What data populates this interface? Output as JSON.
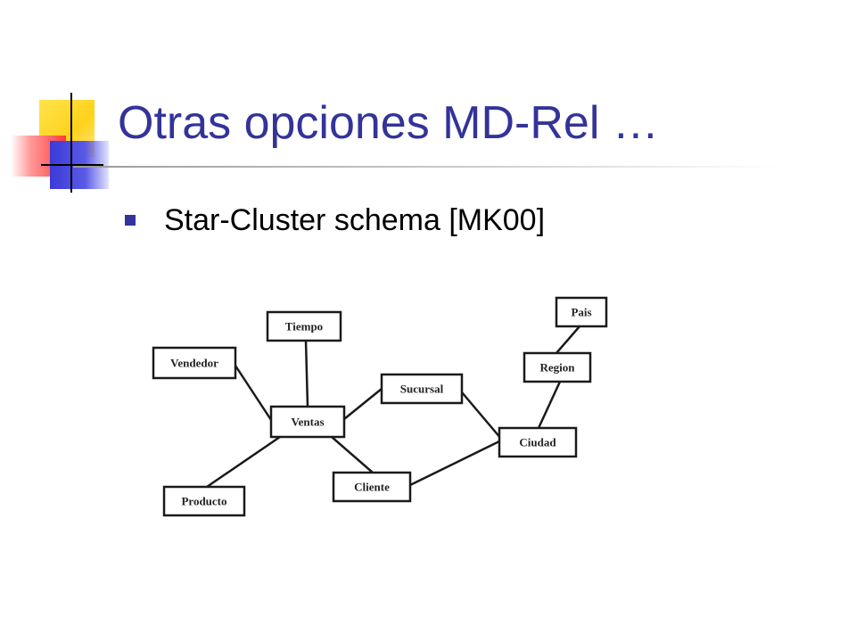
{
  "slide": {
    "title": "Otras opciones MD-Rel …",
    "bullet": "Star-Cluster schema [MK00]"
  },
  "colors": {
    "title": "#333399",
    "bullet": "#333399"
  },
  "diagram": {
    "nodes": [
      {
        "id": "tiempo",
        "label": "Tiempo"
      },
      {
        "id": "vendedor",
        "label": "Vendedor"
      },
      {
        "id": "ventas",
        "label": "Ventas"
      },
      {
        "id": "sucursal",
        "label": "Sucursal"
      },
      {
        "id": "producto",
        "label": "Producto"
      },
      {
        "id": "cliente",
        "label": "Cliente"
      },
      {
        "id": "ciudad",
        "label": "Ciudad"
      },
      {
        "id": "region",
        "label": "Region"
      },
      {
        "id": "pais",
        "label": "Pais"
      }
    ],
    "edges": [
      [
        "tiempo",
        "ventas"
      ],
      [
        "vendedor",
        "ventas"
      ],
      [
        "ventas",
        "sucursal"
      ],
      [
        "ventas",
        "producto"
      ],
      [
        "ventas",
        "cliente"
      ],
      [
        "sucursal",
        "ciudad"
      ],
      [
        "cliente",
        "ciudad"
      ],
      [
        "ciudad",
        "region"
      ],
      [
        "region",
        "pais"
      ]
    ]
  }
}
